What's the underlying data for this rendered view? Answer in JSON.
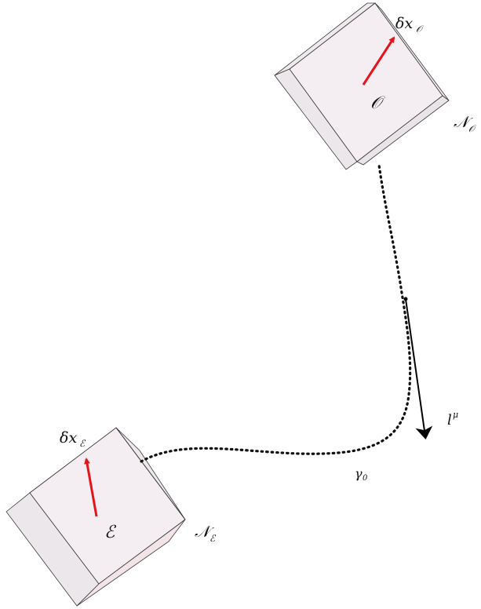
{
  "labels": {
    "observer_point": "𝒪",
    "observer_neighborhood": "𝒩",
    "observer_neighborhood_sub": "𝒪",
    "observer_displacement": "δx",
    "observer_displacement_sub": "𝒪",
    "emitter_point": "ℰ",
    "emitter_neighborhood": "𝒩",
    "emitter_neighborhood_sub": "ℰ",
    "emitter_displacement": "δx",
    "emitter_displacement_sub": "ℰ",
    "curve": "γ",
    "curve_sub": "0",
    "tangent": "l",
    "tangent_sup": "μ"
  },
  "colors": {
    "box_face": "#f4eef3",
    "box_side": "#ece8ec",
    "box_stroke": "#3a3a3a",
    "arrow_red": "#e3141b",
    "curve": "#111111",
    "tangent_arrow": "#000000"
  },
  "icons": {
    "observer_box": "cube-icon",
    "emitter_box": "cube-icon"
  }
}
